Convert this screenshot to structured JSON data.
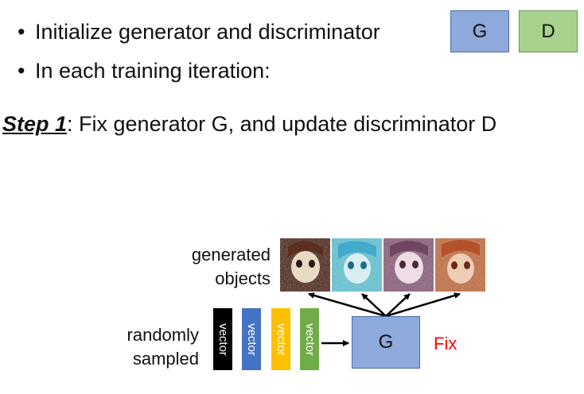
{
  "bullets": [
    {
      "symbol": "•",
      "text": "Initialize generator and discriminator"
    },
    {
      "symbol": "•",
      "text": "In each training iteration:"
    }
  ],
  "legend_boxes": {
    "g": "G",
    "d": "D"
  },
  "step": {
    "label": "Step 1",
    "text": ": Fix generator G, and update discriminator D"
  },
  "diagram": {
    "generated_label_line1": "generated",
    "generated_label_line2": "objects",
    "sampled_label_line1": "randomly",
    "sampled_label_line2": "sampled",
    "vectors": [
      {
        "label": "vector",
        "color": "#000000"
      },
      {
        "label": "vector",
        "color": "#4472c4"
      },
      {
        "label": "vector",
        "color": "#ffc000"
      },
      {
        "label": "vector",
        "color": "#70ad47"
      }
    ],
    "generator_label": "G",
    "fix_label": "Fix",
    "fix_color": "#ff0000",
    "generated_images": [
      "noisy-anime-face-dark",
      "noisy-anime-face-cyan",
      "noisy-anime-face-pink",
      "noisy-anime-face-orange"
    ]
  }
}
